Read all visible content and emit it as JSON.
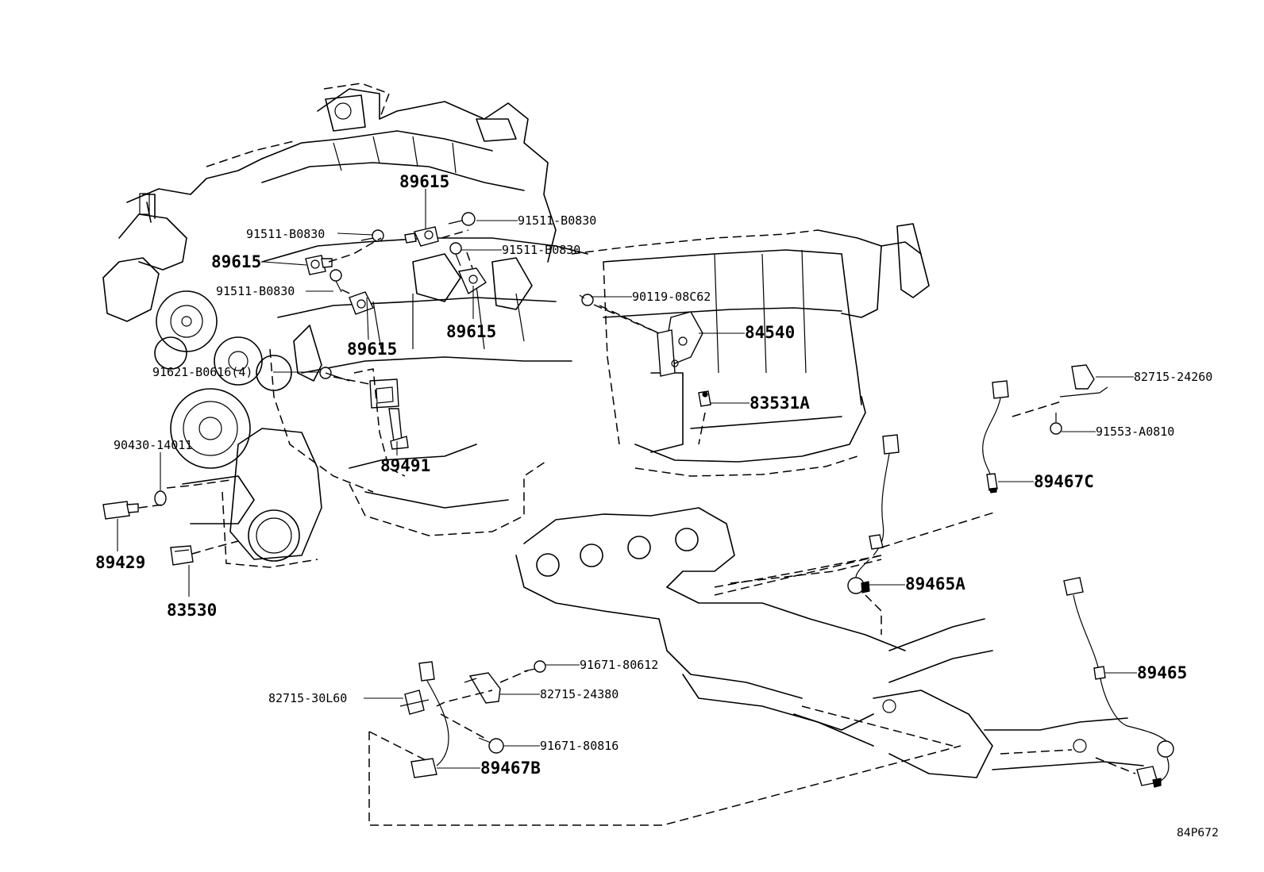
{
  "diagram": {
    "labels": {
      "p89615_top": "89615",
      "p91511_a": "91511-B0830",
      "p91511_b": "91511-B0830",
      "p91511_c": "91511-B0830",
      "p91511_d": "91511-B0830",
      "p89615_left": "89615",
      "p89615_mid": "89615",
      "p89615_right": "89615",
      "p90119": "90119-08C62",
      "p84540": "84540",
      "p91621": "91621-B0616(4)",
      "p83531a": "83531A",
      "p82715_24260": "82715-24260",
      "p91553": "91553-A0810",
      "p90430": "90430-14011",
      "p89491": "89491",
      "p89467c": "89467C",
      "p89429": "89429",
      "p83530": "83530",
      "p89465a": "89465A",
      "p91671_80612": "91671-80612",
      "p82715_30l60": "82715-30L60",
      "p82715_24380": "82715-24380",
      "p89465": "89465",
      "p91671_80816": "91671-80816",
      "p89467b": "89467B"
    },
    "code": "84P672"
  }
}
